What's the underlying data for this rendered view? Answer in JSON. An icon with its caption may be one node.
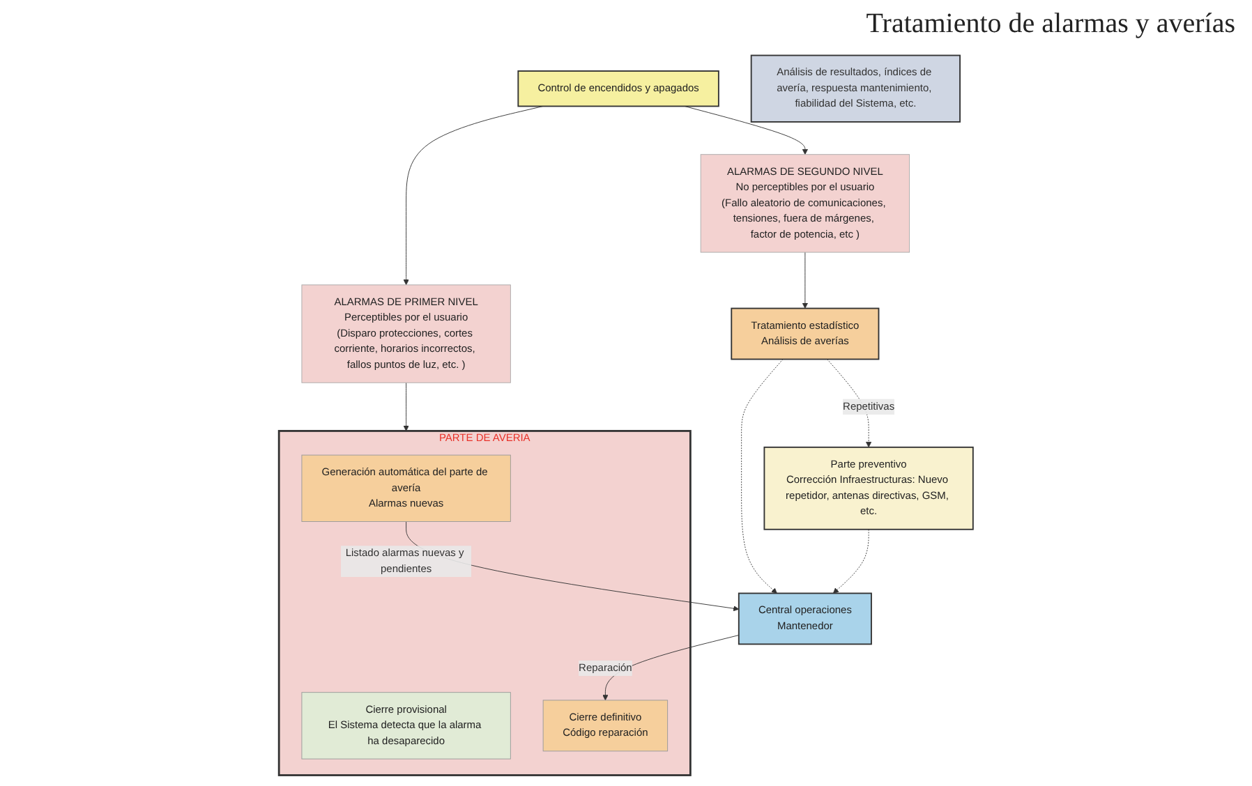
{
  "diagram": {
    "title": "Tratamiento de alarmas y averías",
    "nodes": [
      {
        "text": [
          "Control de encendidos y apagados"
        ]
      },
      {
        "text": [
          "ALARMAS DE PRIMER NIVEL",
          "Perceptibles por el usuario",
          "(Disparo protecciones, cortes corriente, horarios incorrectos, fallos puntos de luz, etc. )"
        ]
      },
      {
        "text": [
          "ALARMAS DE SEGUNDO NIVEL",
          "No perceptibles por el usuario",
          "(Fallo aleatorio de comunicaciones, tensiones, fuera de márgenes, factor de potencia, etc )"
        ]
      },
      {
        "text": [
          "PARTE DE AVERIA"
        ]
      },
      {
        "text": [
          "Generación automática del parte de avería",
          "Alarmas nuevas"
        ],
        "in": 3
      },
      {
        "text": [
          "Cierre provisional",
          "El Sistema detecta que la alarma ha desaparecido"
        ],
        "in": 3
      },
      {
        "text": [
          "Cierre definitivo",
          "Código reparación"
        ],
        "in": 3
      },
      {
        "text": [
          "Tratamiento estadístico",
          "Análisis de averías"
        ]
      },
      {
        "text": [
          "Parte preventivo",
          "Corrección Infraestructuras: Nuevo repetidor, antenas directivas, GSM, etc."
        ]
      },
      {
        "text": [
          "Central operaciones",
          "Mantenedor"
        ]
      },
      {
        "text": [
          "Análisis de resultados, índices de avería, respuesta mantenimiento, fiabilidad del Sistema, etc."
        ]
      }
    ],
    "edges": [
      {
        "from": 0,
        "to": 1,
        "arrow": "to"
      },
      {
        "from": 0,
        "to": 2,
        "arrow": "to"
      },
      {
        "from": 1,
        "to": 3,
        "arrow": "to"
      },
      {
        "from": 2,
        "to": 7,
        "arrow": "to"
      },
      {
        "from": 4,
        "to": 9,
        "arrow": "to",
        "label": "Listado alarmas nuevas y pendientes"
      },
      {
        "from": 9,
        "to": 6,
        "arrow": "to",
        "label": "Reparación"
      },
      {
        "from": 7,
        "to": 8,
        "arrow": "to",
        "label": "Repetitivas",
        "style": "dashed"
      },
      {
        "from": 7,
        "to": 9,
        "arrow": "to",
        "style": "dashed"
      },
      {
        "from": 8,
        "to": 9,
        "arrow": "to",
        "style": "dashed"
      }
    ]
  }
}
